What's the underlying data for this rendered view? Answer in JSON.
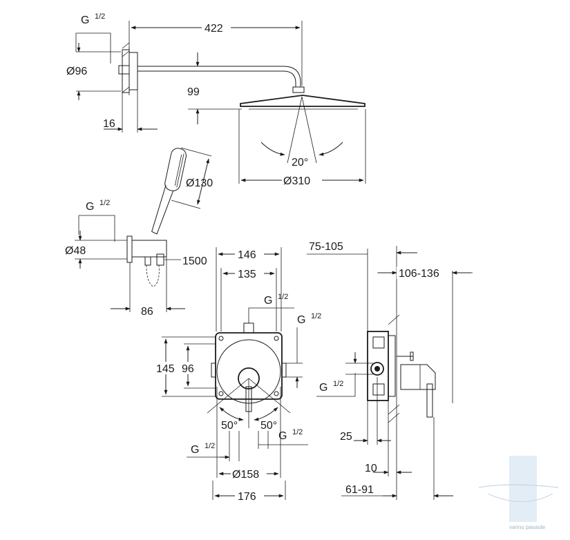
{
  "overhead": {
    "thread": {
      "g": "G",
      "sup": "1/2"
    },
    "arm_length": "422",
    "flange_dia": "Ø96",
    "drop": "99",
    "wall_offset": "16",
    "tilt": "20°",
    "head_dia": "Ø310"
  },
  "hand_shower": {
    "head_dia": "Ø130",
    "thread": {
      "g": "G",
      "sup": "1/2"
    },
    "outlet_dia": "Ø48",
    "hose_length": "1500",
    "projection": "86"
  },
  "mixer_front": {
    "width_outer": "146",
    "width_inner": "135",
    "height_outer": "145",
    "height_inner": "96",
    "top_thread": {
      "g": "G",
      "sup": "1/2"
    },
    "right_thread": {
      "g": "G",
      "sup": "1/2"
    },
    "angle_left": "50°",
    "angle_right": "50°",
    "bottom_thread_left": {
      "g": "G",
      "sup": "1/2"
    },
    "bottom_thread_right": {
      "g": "G",
      "sup": "1/2"
    },
    "rosette_dia": "Ø158",
    "plate_width": "176"
  },
  "mixer_side": {
    "depth_range": "75-105",
    "lever_range": "106-136",
    "thread": {
      "g": "G",
      "sup": "1/2"
    },
    "dim_25": "25",
    "dim_10": "10",
    "depth_install": "61-91"
  },
  "watermark": {
    "text": "vannu pasaule"
  }
}
